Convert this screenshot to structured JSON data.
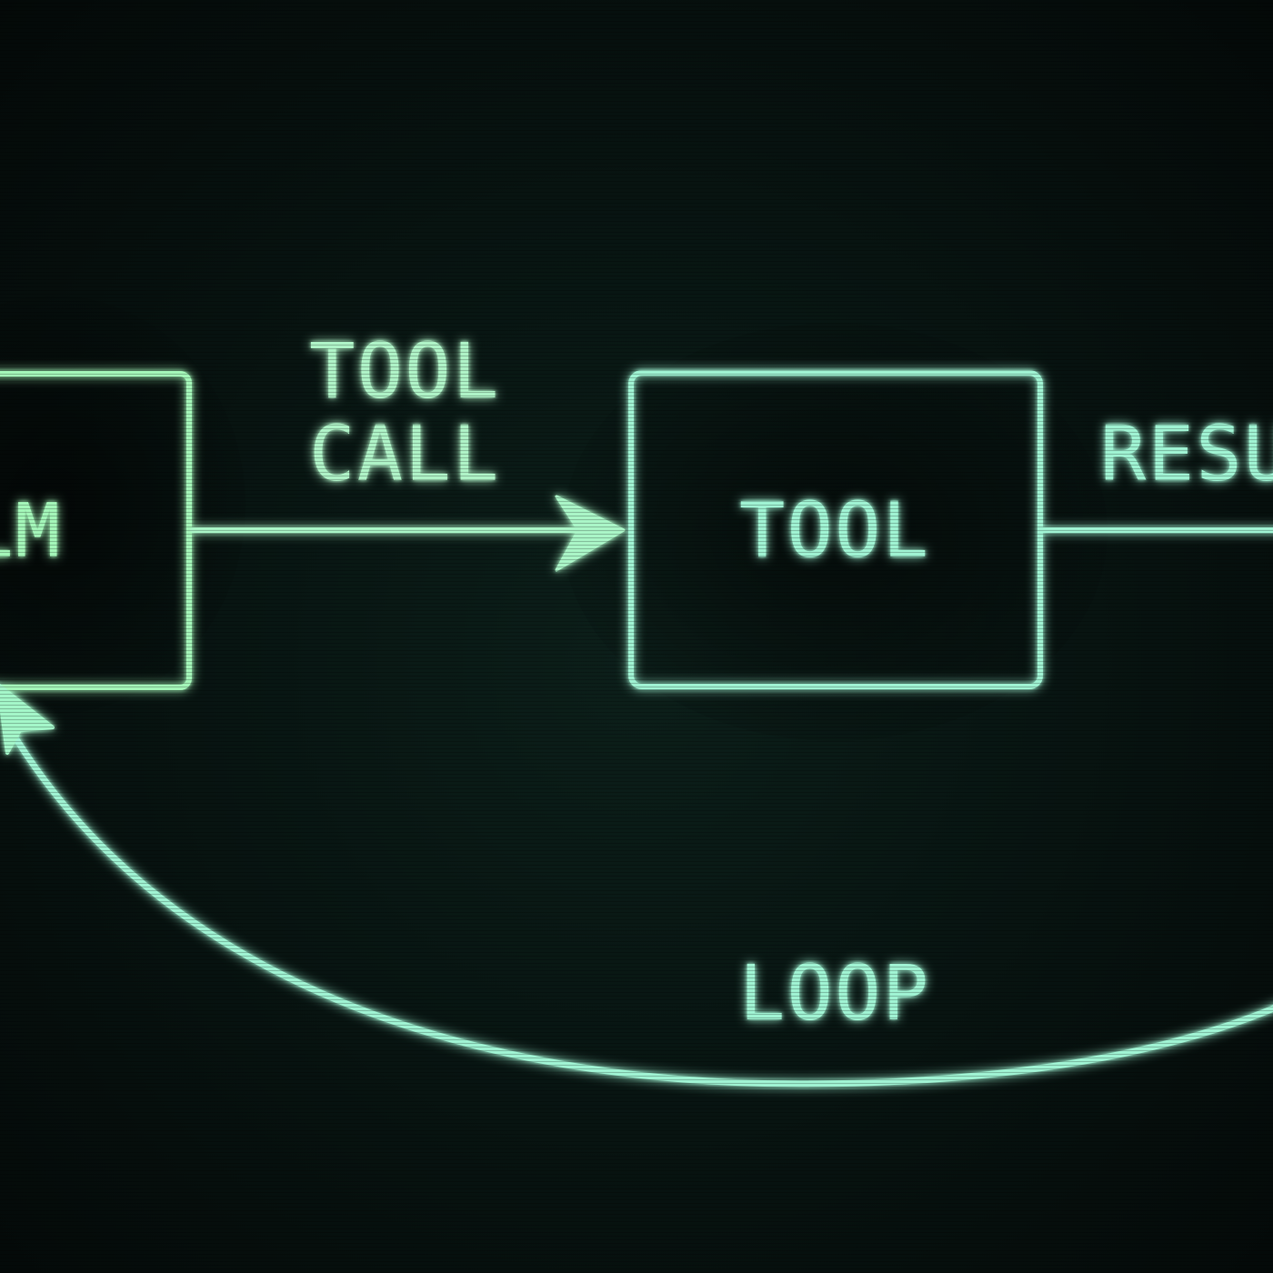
{
  "diagram": {
    "nodes": {
      "llm": {
        "label": "LLM"
      },
      "tool": {
        "label": "TOOL"
      }
    },
    "edges": {
      "tool_call": {
        "label_line1": "TOOL",
        "label_line2": "CALL"
      },
      "result": {
        "label": "RESULT"
      },
      "loop": {
        "label": "LOOP"
      }
    }
  },
  "colors": {
    "background": "#050a09",
    "llm_stroke": "#a3f5b8",
    "mint_stroke": "#9ff2d2",
    "glow": "#2ee59d"
  }
}
